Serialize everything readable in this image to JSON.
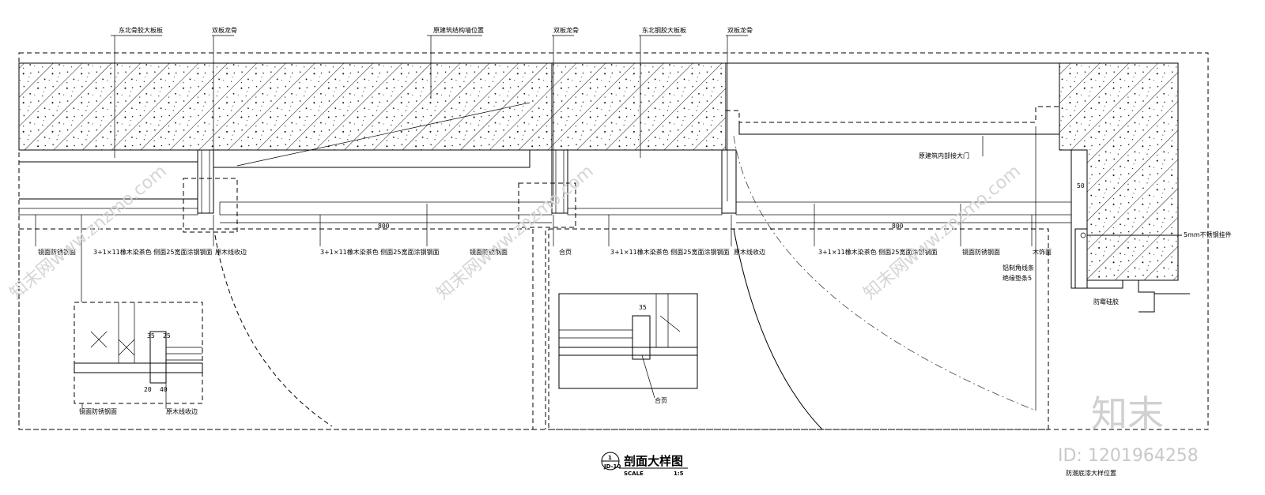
{
  "drawing": {
    "top_labels": [
      "东北骨胶大板板",
      "双板龙骨",
      "原建筑结构墙位置",
      "双板龙骨",
      "东北钢胶大板板",
      "双板龙骨"
    ],
    "side_labels": {
      "door_note": "原建筑内部接大门",
      "bolt_note": "5mm不锈钢挂件",
      "right_top": "50",
      "right_notes": [
        "铝制角线条",
        "绝缘垫条5"
      ],
      "bottom_right": "防霉硅胶"
    },
    "bottom_labels": {
      "group1": [
        "镜面防锈钢面",
        "3+1×11橡木染茶色 侧面25宽面涂钢钢面",
        "原木线收边"
      ],
      "group2": [
        "镜面防锈钢面",
        "合页"
      ],
      "group3": [
        "3+1×11橡木染茶色 侧面25宽面涂钢钢面",
        "原木线收边"
      ],
      "group4": [
        "3+1×11橡木染茶色 侧面25宽面涂钢钢面",
        "镜面防锈钢面",
        "木饰面"
      ]
    },
    "dimensions": {
      "span1": "800",
      "span2": "800",
      "d35": "35",
      "d25": "25",
      "d20": "20",
      "d40": "40",
      "d35b": "35"
    },
    "detail_labels": {
      "left_bottom_a": "镜面防锈钢面",
      "left_bottom_b": "原木线收边",
      "center_bottom": "合页",
      "bottom_far_right": "防潮底漆大样位置"
    },
    "title_block": {
      "number": "1",
      "ref": "JD-10",
      "title": "剖面大样图",
      "scale_label": "SCALE",
      "scale_value": "1:5"
    },
    "watermark": {
      "logo": "知末",
      "id_text": "ID: 1201964258",
      "diag": "知末网www.znzmo.com"
    }
  }
}
